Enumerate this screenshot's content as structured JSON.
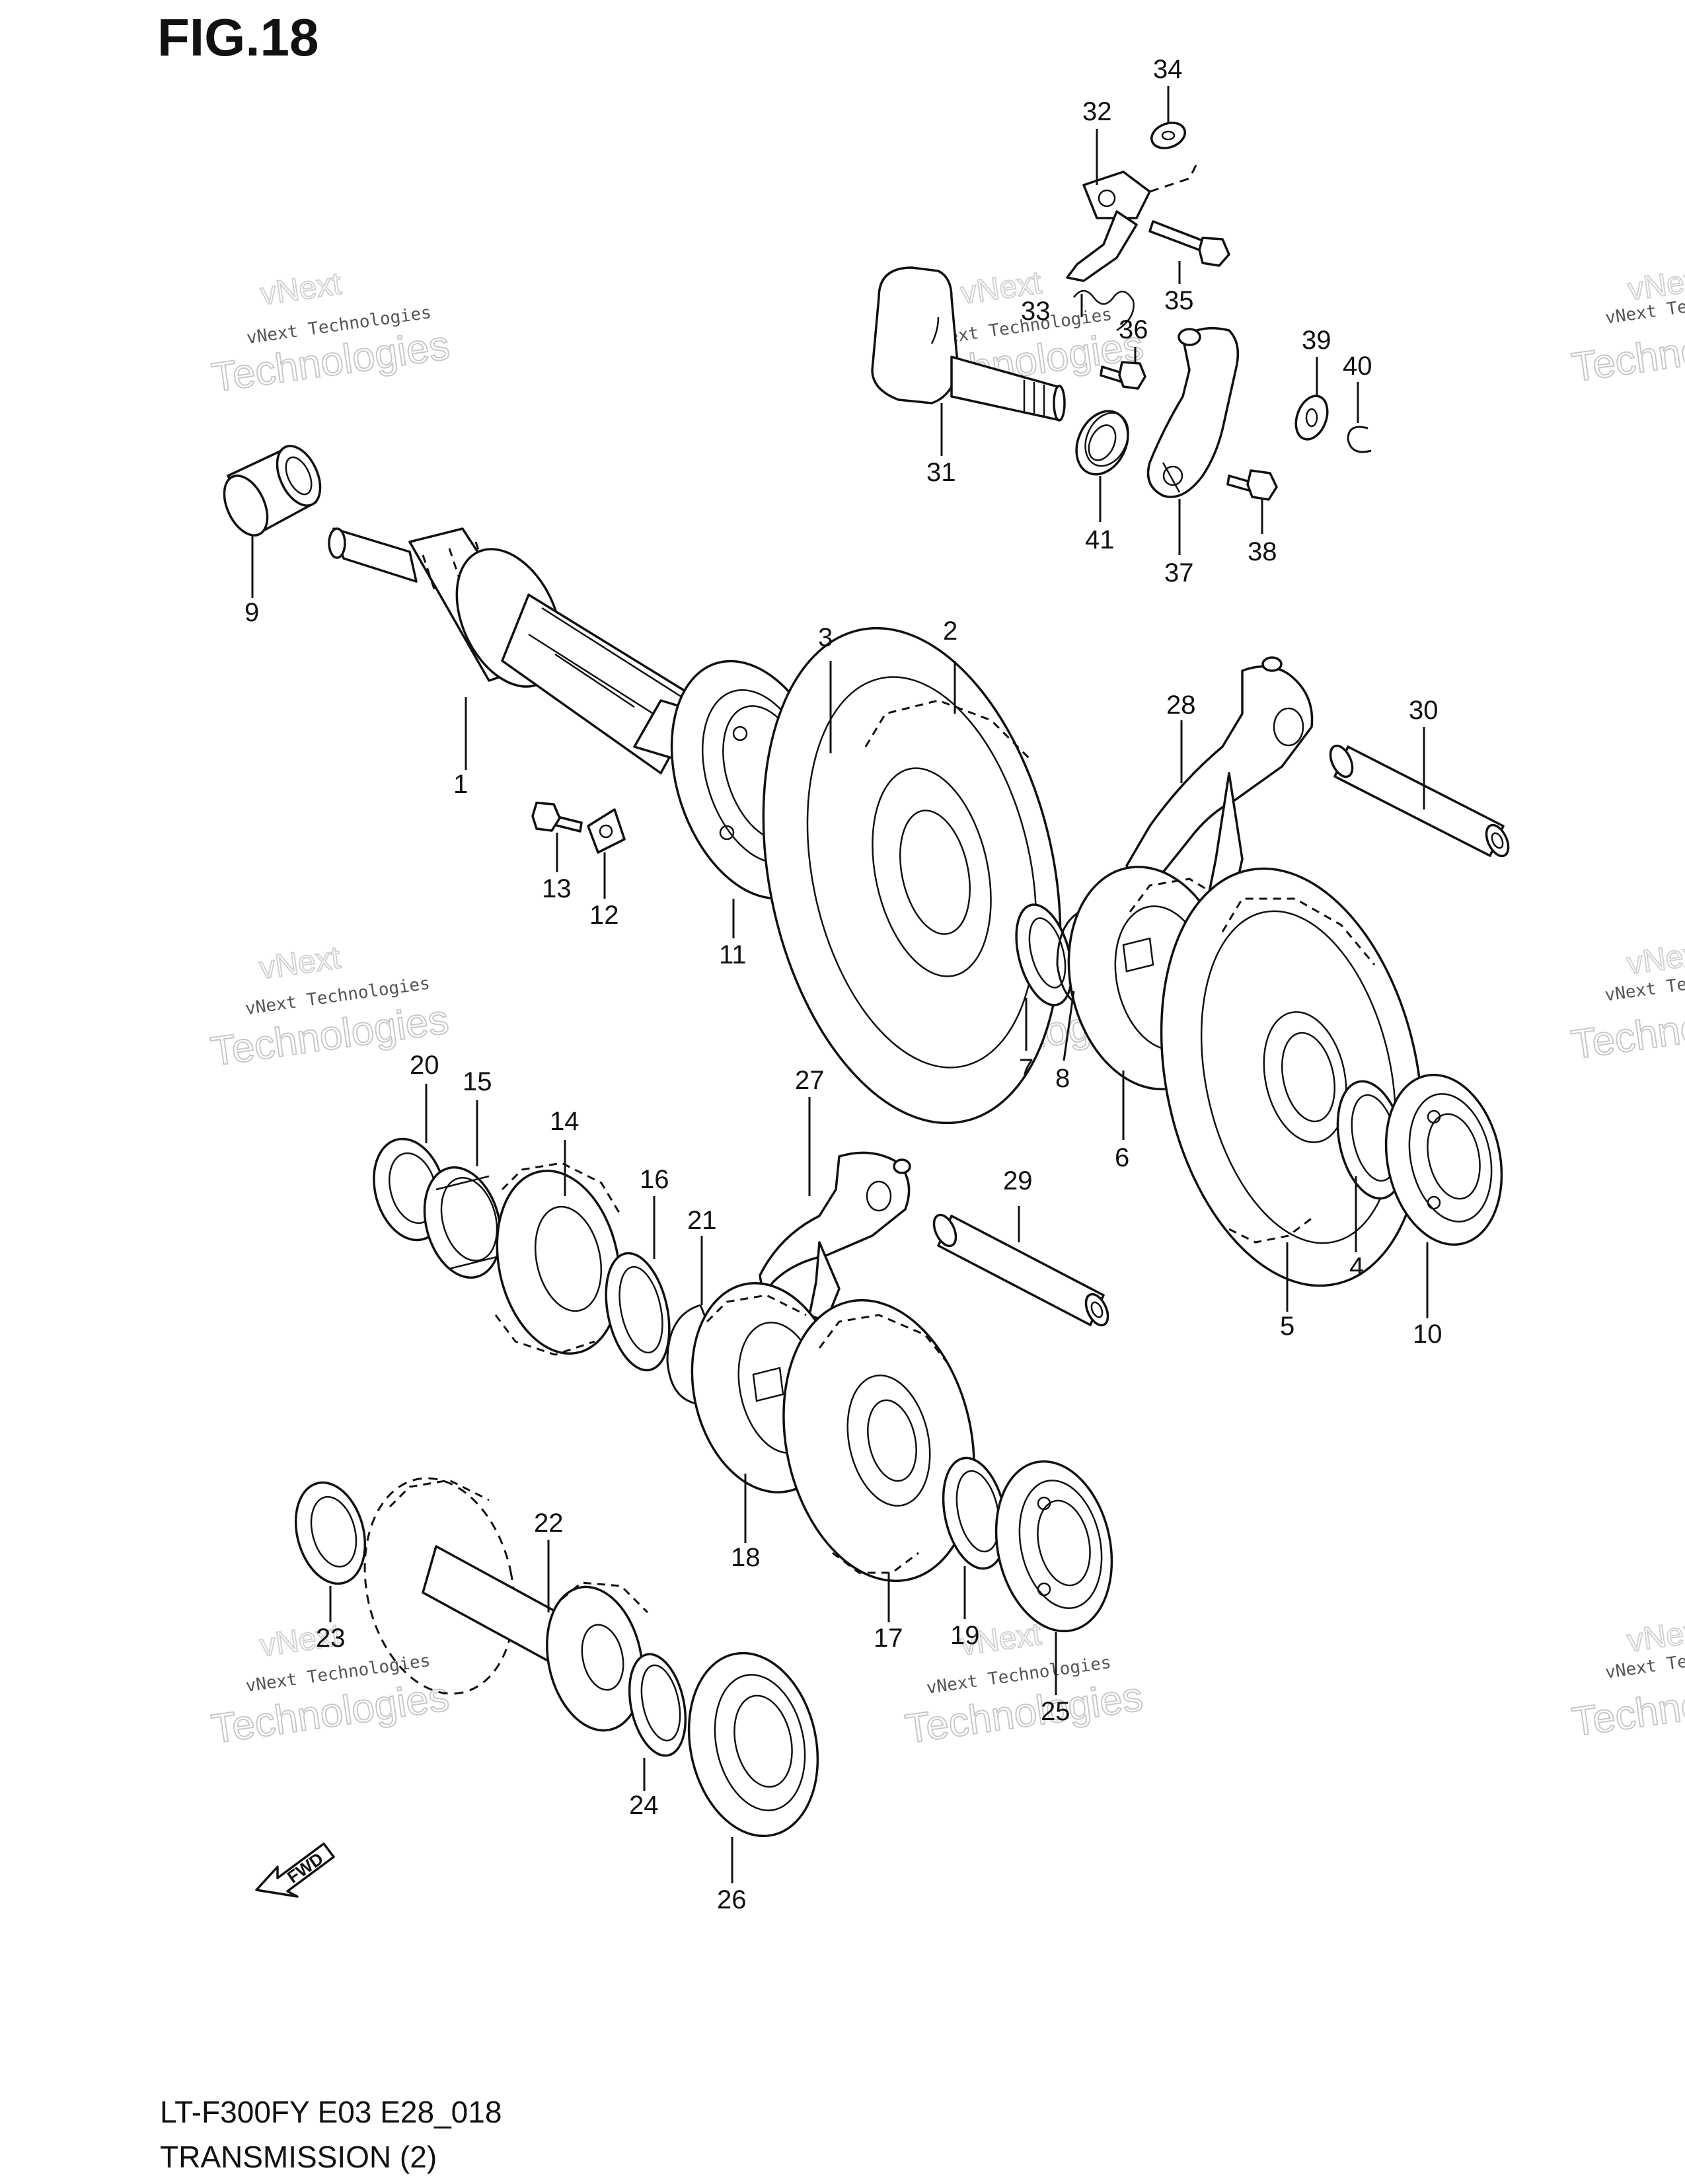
{
  "figure": {
    "title": "FIG.18"
  },
  "footer": {
    "code": "LT-F300FY E03 E28_018",
    "title": "TRANSMISSION (2)"
  },
  "watermark": {
    "line1": "vNext Technologies",
    "line2": "vNext",
    "line3": "Technologies"
  },
  "direction_indicator": {
    "label": "FWD"
  },
  "callouts": [
    "1",
    "2",
    "3",
    "4",
    "5",
    "6",
    "7",
    "8",
    "9",
    "10",
    "11",
    "12",
    "13",
    "14",
    "15",
    "16",
    "17",
    "18",
    "19",
    "20",
    "21",
    "22",
    "23",
    "24",
    "25",
    "26",
    "27",
    "28",
    "29",
    "30",
    "31",
    "32",
    "33",
    "34",
    "35",
    "36",
    "37",
    "38",
    "39",
    "40",
    "41"
  ]
}
